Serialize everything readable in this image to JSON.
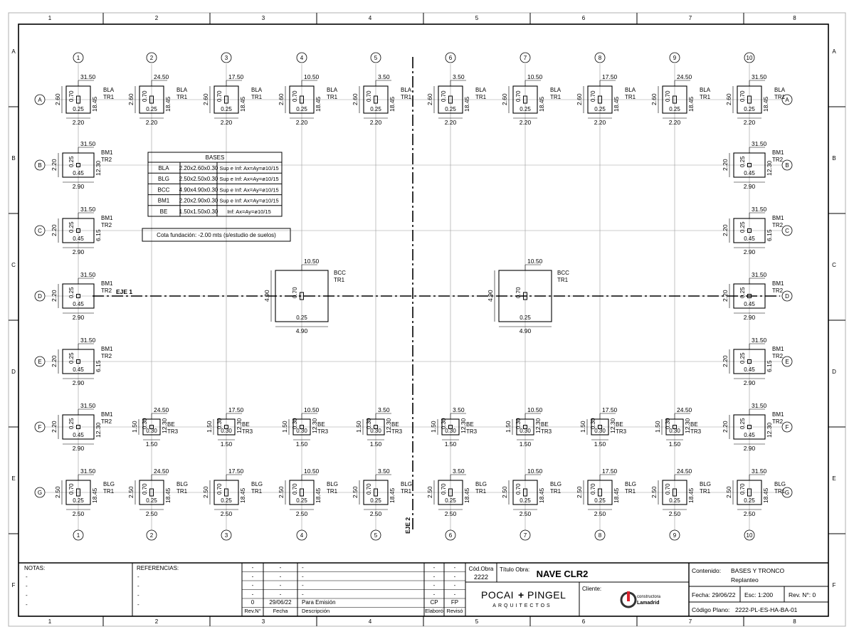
{
  "sheet": {
    "col_labels": [
      "1",
      "2",
      "3",
      "4",
      "5",
      "6",
      "7",
      "8"
    ],
    "row_labels": [
      "A",
      "B",
      "C",
      "D",
      "E",
      "F"
    ]
  },
  "grid": {
    "columns": [
      "1",
      "2",
      "3",
      "4",
      "5",
      "6",
      "7",
      "8",
      "9",
      "10"
    ],
    "rows": [
      "A",
      "B",
      "C",
      "D",
      "E",
      "F",
      "G"
    ],
    "eje1": "EJE 1",
    "eje2": "EJE 2"
  },
  "footings": {
    "A": [
      {
        "dist": "31.50",
        "dim_w": "2.20",
        "dim_h": "2.60",
        "ped_x": "0.25",
        "ped_y": "0.70",
        "dist_y": "18.45",
        "tag": "BLA",
        "tr": "TR1"
      },
      {
        "dist": "24.50",
        "dim_w": "2.20",
        "dim_h": "2.60",
        "ped_x": "0.25",
        "ped_y": "0.70",
        "dist_y": "18.45",
        "tag": "BLA",
        "tr": "TR1"
      },
      {
        "dist": "17.50",
        "dim_w": "2.20",
        "dim_h": "2.60",
        "ped_x": "0.25",
        "ped_y": "0.70",
        "dist_y": "18.45",
        "tag": "BLA",
        "tr": "TR1"
      },
      {
        "dist": "10.50",
        "dim_w": "2.20",
        "dim_h": "2.60",
        "ped_x": "0.25",
        "ped_y": "0.70",
        "dist_y": "18.45",
        "tag": "BLA",
        "tr": "TR1"
      },
      {
        "dist": "3.50",
        "dim_w": "2.20",
        "dim_h": "2.60",
        "ped_x": "0.25",
        "ped_y": "0.70",
        "dist_y": "18.45",
        "tag": "BLA",
        "tr": "TR1"
      },
      {
        "dist": "3.50",
        "dim_w": "2.20",
        "dim_h": "2.60",
        "ped_x": "0.25",
        "ped_y": "0.70",
        "dist_y": "18.45",
        "tag": "BLA",
        "tr": "TR1"
      },
      {
        "dist": "10.50",
        "dim_w": "2.20",
        "dim_h": "2.60",
        "ped_x": "0.25",
        "ped_y": "0.70",
        "dist_y": "18.45",
        "tag": "BLA",
        "tr": "TR1"
      },
      {
        "dist": "17.50",
        "dim_w": "2.20",
        "dim_h": "2.60",
        "ped_x": "0.25",
        "ped_y": "0.70",
        "dist_y": "18.45",
        "tag": "BLA",
        "tr": "TR1"
      },
      {
        "dist": "24.50",
        "dim_w": "2.20",
        "dim_h": "2.60",
        "ped_x": "0.25",
        "ped_y": "0.70",
        "dist_y": "18.45",
        "tag": "BLA",
        "tr": "TR1"
      },
      {
        "dist": "31.50",
        "dim_w": "2.20",
        "dim_h": "2.60",
        "ped_x": "0.25",
        "ped_y": "0.70",
        "dist_y": "18.45",
        "tag": "BLA",
        "tr": "TR1"
      }
    ],
    "F_inner": [
      {
        "col": 1,
        "dist": "24.50",
        "dim": "1.50",
        "ped_y": "0.30",
        "ped_x": "0.30",
        "dist_y": "12.30",
        "tag": "BE",
        "tr": "TR3"
      },
      {
        "col": 2,
        "dist": "17.50",
        "dim": "1.50",
        "ped_y": "0.30",
        "ped_x": "0.30",
        "dist_y": "12.30",
        "tag": "BE",
        "tr": "TR3"
      },
      {
        "col": 3,
        "dist": "10.50",
        "dim": "1.50",
        "ped_y": "0.30",
        "ped_x": "0.30",
        "dist_y": "12.30",
        "tag": "BE",
        "tr": "TR3"
      },
      {
        "col": 4,
        "dist": "3.50",
        "dim": "1.50",
        "ped_y": "0.30",
        "ped_x": "0.30",
        "dist_y": "12.30",
        "tag": "BE",
        "tr": "TR3"
      },
      {
        "col": 5,
        "dist": "3.50",
        "dim": "1.50",
        "ped_y": "0.30",
        "ped_x": "0.30",
        "dist_y": "12.30",
        "tag": "BE",
        "tr": "TR3"
      },
      {
        "col": 6,
        "dist": "10.50",
        "dim": "1.50",
        "ped_y": "0.30",
        "ped_x": "0.30",
        "dist_y": "12.30",
        "tag": "BE",
        "tr": "TR3"
      },
      {
        "col": 7,
        "dist": "17.50",
        "dim": "1.50",
        "ped_y": "0.30",
        "ped_x": "0.30",
        "dist_y": "12.30",
        "tag": "BE",
        "tr": "TR3"
      },
      {
        "col": 8,
        "dist": "24.50",
        "dim": "1.50",
        "ped_y": "0.30",
        "ped_x": "0.30",
        "dist_y": "12.30",
        "tag": "BE",
        "tr": "TR3"
      }
    ],
    "G": [
      {
        "dist": "31.50",
        "dim": "2.50",
        "ped_x": "0.25",
        "ped_y": "0.70",
        "dist_y": "18.45",
        "tag": "BLG",
        "tr": "TR1"
      },
      {
        "dist": "24.50",
        "dim": "2.50",
        "ped_x": "0.25",
        "ped_y": "0.70",
        "dist_y": "18.45",
        "tag": "BLG",
        "tr": "TR1"
      },
      {
        "dist": "17.50",
        "dim": "2.50",
        "ped_x": "0.25",
        "ped_y": "0.70",
        "dist_y": "18.45",
        "tag": "BLG",
        "tr": "TR1"
      },
      {
        "dist": "10.50",
        "dim": "2.50",
        "ped_x": "0.25",
        "ped_y": "0.70",
        "dist_y": "18.45",
        "tag": "BLG",
        "tr": "TR1"
      },
      {
        "dist": "3.50",
        "dim": "2.50",
        "ped_x": "0.25",
        "ped_y": "0.70",
        "dist_y": "18.45",
        "tag": "BLG",
        "tr": "TR1"
      },
      {
        "dist": "3.50",
        "dim": "2.50",
        "ped_x": "0.25",
        "ped_y": "0.70",
        "dist_y": "18.45",
        "tag": "BLG",
        "tr": "TR1"
      },
      {
        "dist": "10.50",
        "dim": "2.50",
        "ped_x": "0.25",
        "ped_y": "0.70",
        "dist_y": "18.45",
        "tag": "BLG",
        "tr": "TR1"
      },
      {
        "dist": "17.50",
        "dim": "2.50",
        "ped_x": "0.25",
        "ped_y": "0.70",
        "dist_y": "18.45",
        "tag": "BLG",
        "tr": "TR1"
      },
      {
        "dist": "24.50",
        "dim": "2.50",
        "ped_x": "0.25",
        "ped_y": "0.70",
        "dist_y": "18.45",
        "tag": "BLG",
        "tr": "TR1"
      },
      {
        "dist": "31.50",
        "dim": "2.50",
        "ped_x": "0.25",
        "ped_y": "0.70",
        "dist_y": "18.45",
        "tag": "BLG",
        "tr": "TR1"
      }
    ],
    "edge": [
      {
        "row": "B",
        "dist": "31.50",
        "dim_w": "2.90",
        "dim_h": "2.20",
        "ped_y": "0.25",
        "ped_x": "0.45",
        "dist_y": "12.30",
        "tag": "BM1",
        "tr": "TR2"
      },
      {
        "row": "C",
        "dist": "31.50",
        "dim_w": "2.90",
        "dim_h": "2.20",
        "ped_y": "0.25",
        "ped_x": "0.45",
        "dist_y": "6.15",
        "tag": "BM1",
        "tr": "TR2"
      },
      {
        "row": "D",
        "dist": "31.50",
        "dim_w": "2.90",
        "dim_h": "2.20",
        "ped_y": "0.25",
        "ped_x": "0.45",
        "dist_y": "",
        "tag": "BM1",
        "tr": "TR2"
      },
      {
        "row": "E",
        "dist": "31.50",
        "dim_w": "2.90",
        "dim_h": "2.20",
        "ped_y": "0.25",
        "ped_x": "0.45",
        "dist_y": "6.15",
        "tag": "BM1",
        "tr": "TR2"
      },
      {
        "row": "F",
        "dist": "31.50",
        "dim_w": "2.90",
        "dim_h": "2.20",
        "ped_y": "0.25",
        "ped_x": "0.45",
        "dist_y": "12.30",
        "tag": "BM1",
        "tr": "TR2"
      }
    ],
    "bcc": {
      "dist": "10.50",
      "dim": "4.90",
      "ped_y": "0.70",
      "ped_x": "0.25",
      "tag": "BCC",
      "tr": "TR1"
    }
  },
  "bases_table": {
    "title": "BASES",
    "rows": [
      [
        "BLA",
        "2.20x2.60x0.30",
        "Sup e Inf: Ax=Ay=ø10/15"
      ],
      [
        "BLG",
        "2.50x2.50x0.30",
        "Sup e Inf: Ax=Ay=ø10/15"
      ],
      [
        "BCC",
        "4.90x4.90x0.30",
        "Sup e Inf: Ax=Ay=ø10/15"
      ],
      [
        "BM1",
        "2.20x2.90x0.30",
        "Sup e Inf: Ax=Ay=ø10/15"
      ],
      [
        "BE",
        "1.50x1.50x0.30",
        "Inf: Ax=Ay=ø10/15"
      ]
    ]
  },
  "note": "Cota fundación: -2.00 mts (s/estudio de suelos)",
  "title_block": {
    "notas_label": "NOTAS:",
    "referencias_label": "REFERENCIAS:",
    "dash": "-",
    "rev_row": {
      "rev": "0",
      "fecha": "29/06/22",
      "desc": "Para Emisión",
      "elaboro": "CP",
      "reviso": "FP"
    },
    "rev_headers": {
      "rev": "Rev.N°",
      "fecha": "Fecha",
      "desc": "Descripción",
      "elaboro": "Elaboró",
      "reviso": "Revisó"
    },
    "cod_obra_label": "Cód.Obra",
    "cod_obra": "2222",
    "titulo_obra_label": "Título Obra:",
    "titulo_obra": "NAVE CLR2",
    "firm_name_a": "POCAI",
    "firm_plus": "+",
    "firm_name_b": "PINGEL",
    "firm_sub": "ARQUITECTOS",
    "cliente_label": "Cliente:",
    "client_logo_a": "constructora",
    "client_logo_b": "Lamadrid",
    "contenido_label": "Contenido:",
    "contenido_1": "BASES Y TRONCO",
    "contenido_2": "Replanteo",
    "fecha_label": "Fecha: 29/06/22",
    "escala_label": "Esc: 1:200",
    "rev_label": "Rev. N°: 0",
    "codigo_label": "Código Plano:",
    "codigo": "2222-PL-ES-HA-BA-01"
  },
  "colors": {
    "line": "#000000",
    "grid": "#9a9a9a",
    "accent": "#d9232d"
  }
}
